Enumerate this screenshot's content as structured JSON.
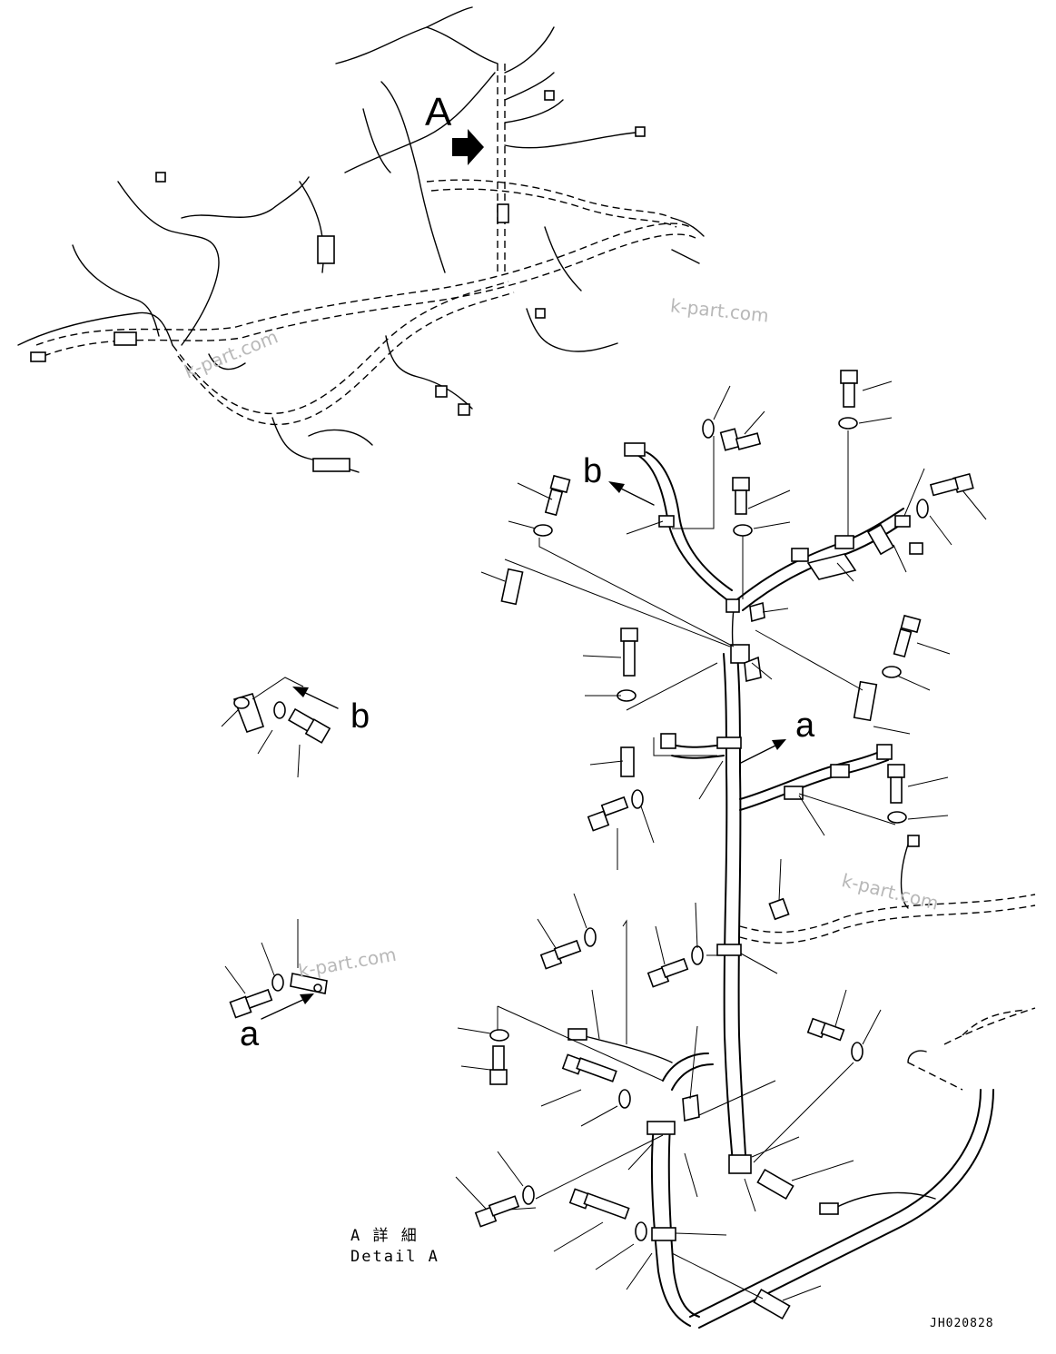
{
  "diagram": {
    "view_labels": {
      "main": "A",
      "ref_b_upper": "b",
      "ref_a_mid": "a",
      "ref_b_left": "b",
      "ref_a_left": "a"
    },
    "watermark": "k-part.com",
    "detail_caption": {
      "line_jp": "A 詳 細",
      "line_en": "Detail A"
    },
    "drawing_code": "JH020828",
    "colors": {
      "ink": "#000000",
      "watermark": "#b8b8b8",
      "background": "#ffffff"
    },
    "icons": [
      "arrow-right-icon",
      "bolt-icon",
      "washer-icon",
      "clamp-icon",
      "spacer-icon",
      "connector-icon"
    ]
  }
}
